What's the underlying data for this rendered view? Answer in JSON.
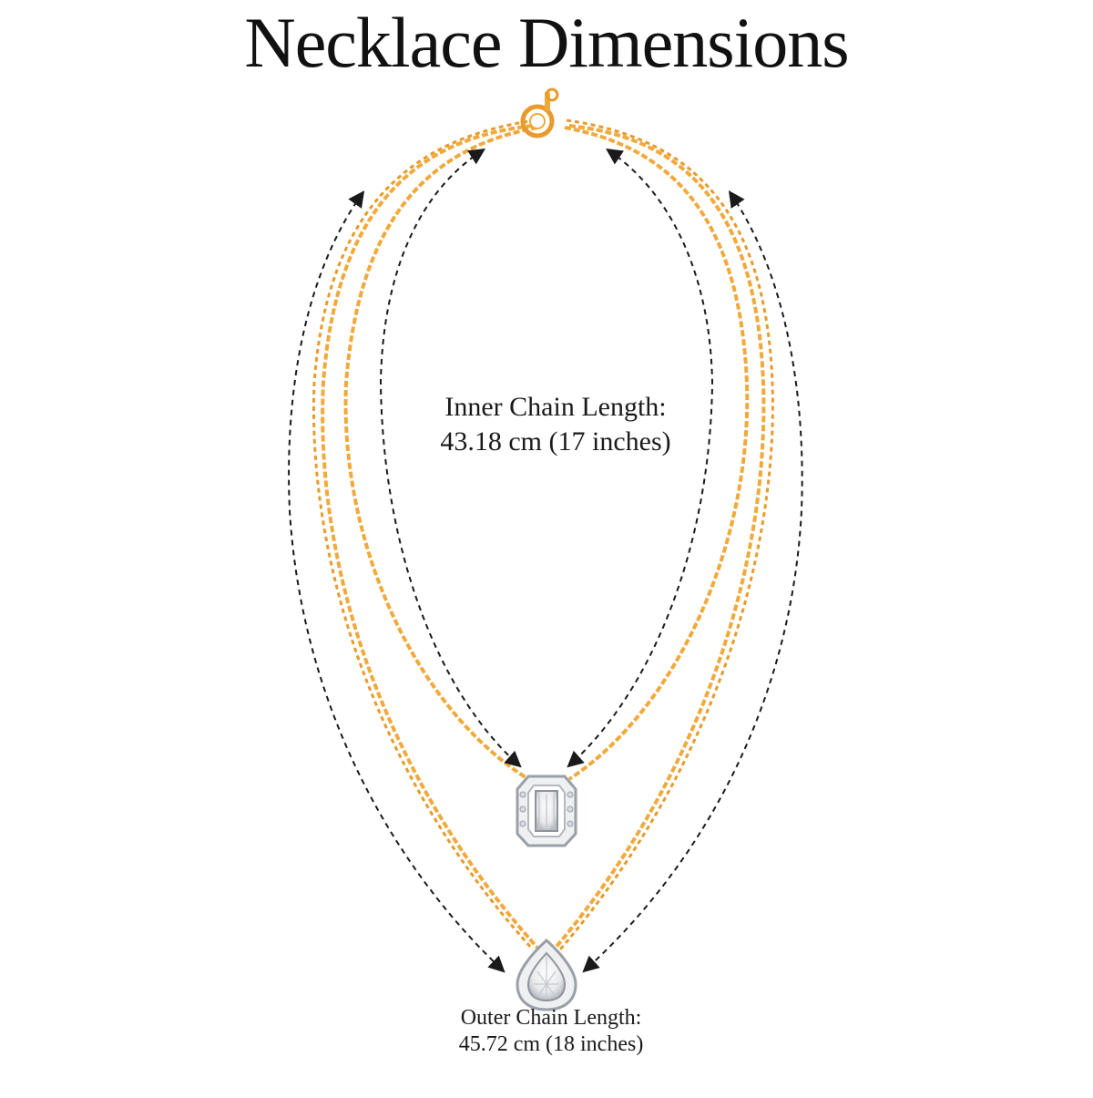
{
  "title": "Necklace Dimensions",
  "inner_chain": {
    "label": "Inner Chain Length:",
    "value": "43.18 cm (17 inches)"
  },
  "outer_chain": {
    "label": "Outer Chain Length:",
    "value": "45.72 cm (18 inches)"
  },
  "colors": {
    "gold": "#F2A93B",
    "gold_dark": "#D98A1E",
    "silver": "#C9CCD1",
    "arrow": "#1a1a1a"
  },
  "icons": {
    "clasp": "spring-ring-clasp-icon",
    "inner_pendant": "emerald-cut-halo-pendant-icon",
    "outer_pendant": "pear-halo-pendant-icon"
  }
}
